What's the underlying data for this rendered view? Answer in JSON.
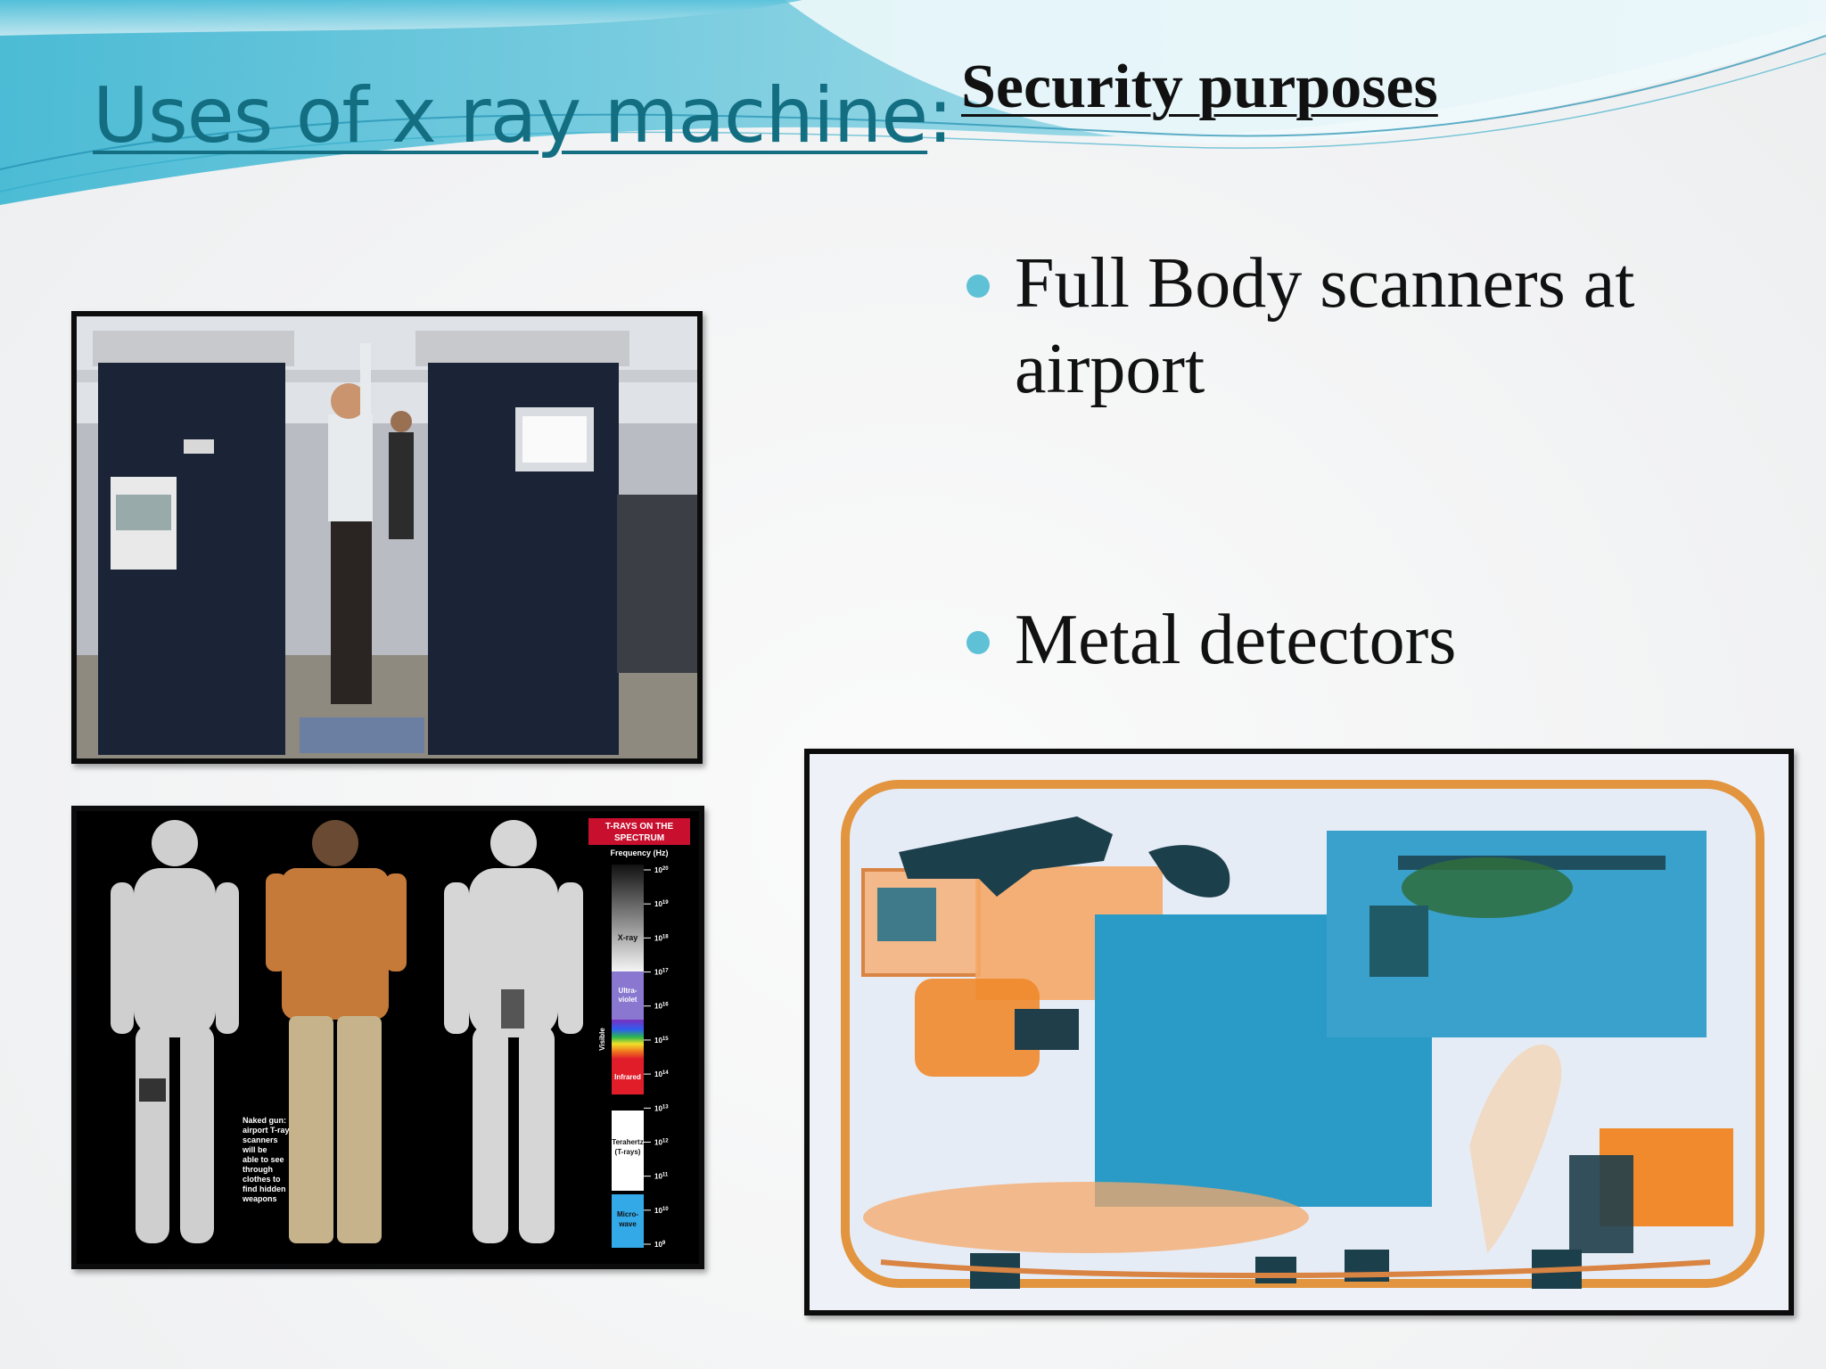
{
  "slide": {
    "title": "Uses of x ray machine",
    "title_suffix": ":",
    "subtitle": "Security purposes",
    "bullets": [
      {
        "line1": "Full Body scanners at",
        "line2": "airport"
      },
      {
        "line1": "Metal detectors"
      }
    ]
  },
  "spectrum_panel": {
    "header_line1": "T-RAYS ON THE",
    "header_line2": "SPECTRUM",
    "frequency_label": "Frequency (Hz)",
    "bands": [
      "X-ray",
      "Ultra-",
      "violet",
      "Visible",
      "Infrared",
      "Terahertz",
      "(T-rays)",
      "Micro-",
      "wave"
    ],
    "caption": [
      "Naked gun:",
      "airport T-ray",
      "scanners",
      "will be",
      "able to see",
      "through",
      "clothes to",
      "find hidden",
      "weapons"
    ],
    "tick_exponents": [
      "20",
      "19",
      "18",
      "17",
      "16",
      "15",
      "14",
      "13",
      "12",
      "11",
      "10",
      "9"
    ],
    "tick_base": "10"
  },
  "colors": {
    "title": "#136e82",
    "bullet_dot": "#5fc1d6",
    "wave_light": "#bfe6ef",
    "wave_dark": "#2aa9c7",
    "xray_blue": "#2a9bc6",
    "xray_orange": "#f08a2c"
  }
}
